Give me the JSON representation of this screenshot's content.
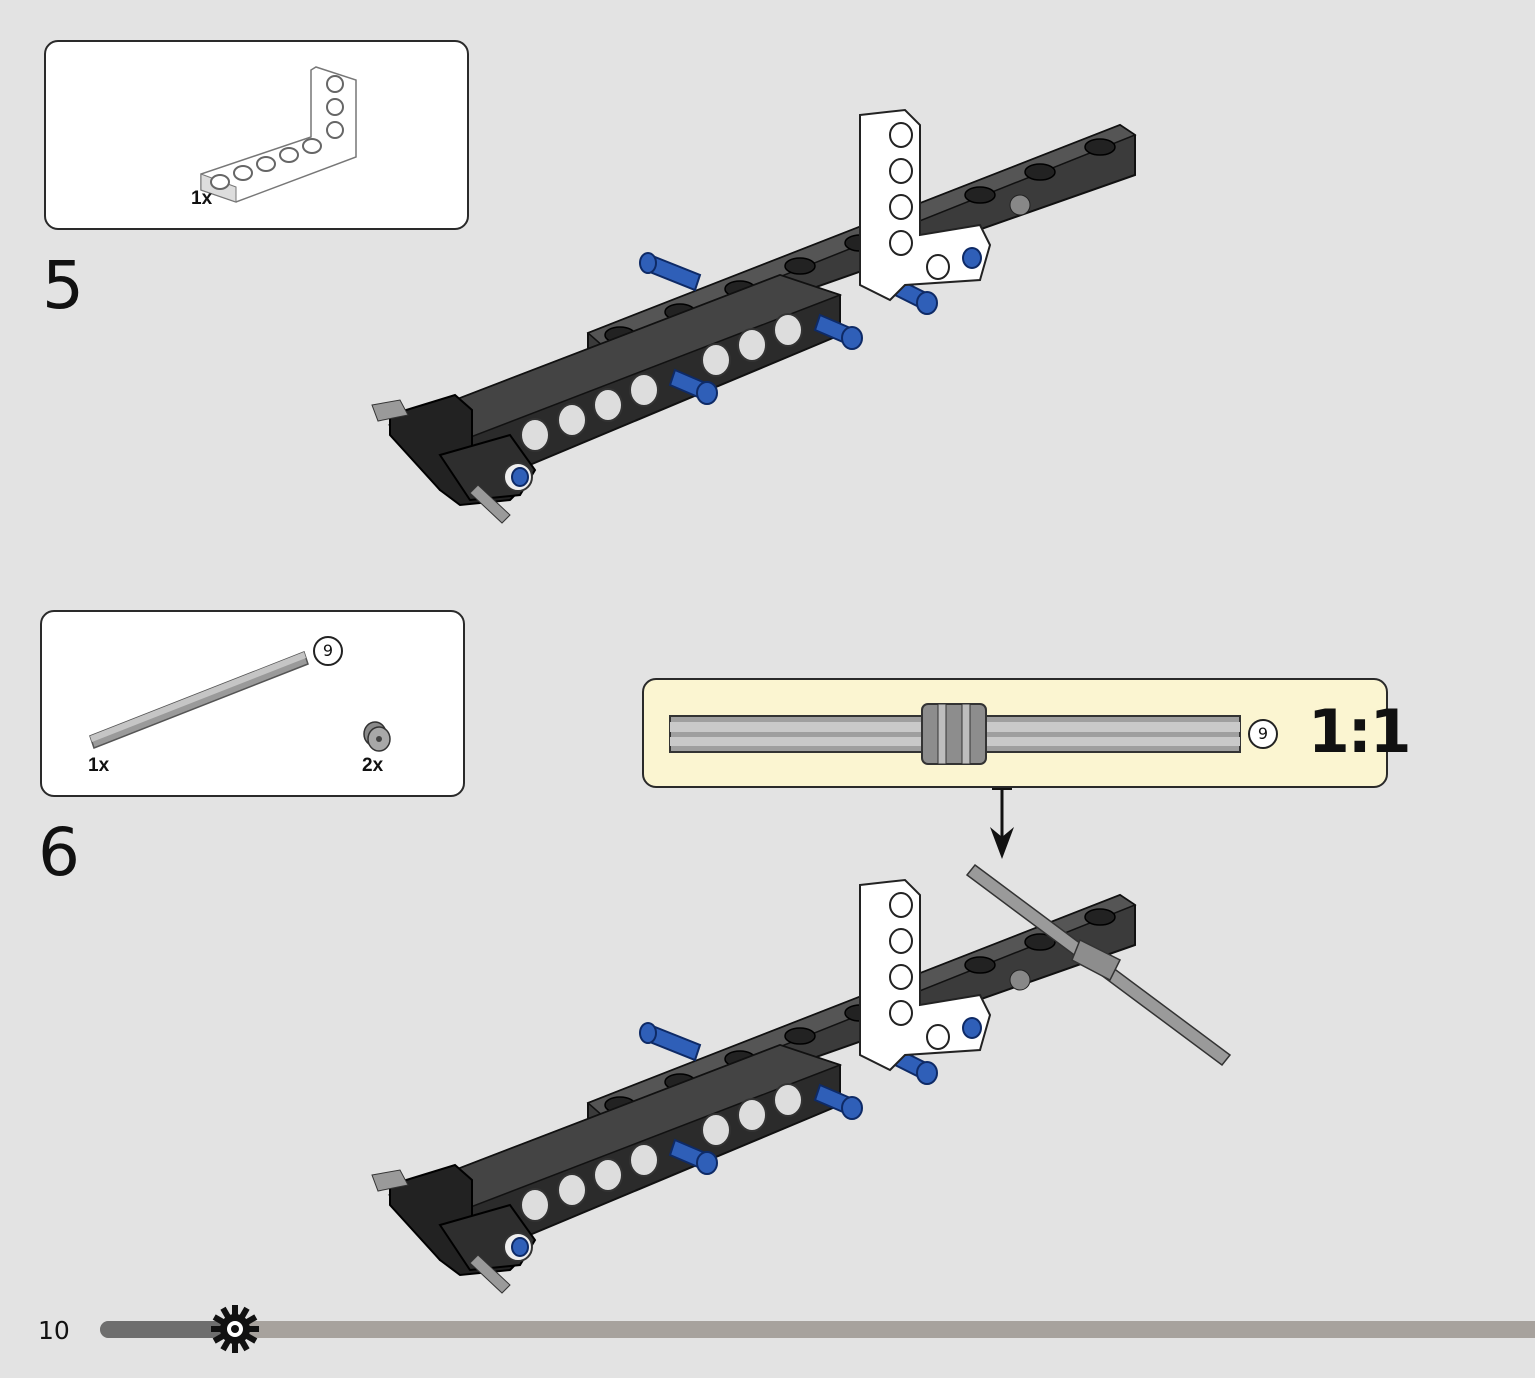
{
  "steps": [
    {
      "number": "5",
      "parts": [
        {
          "qty": "1x",
          "part": "white L-beam"
        }
      ]
    },
    {
      "number": "6",
      "parts": [
        {
          "qty": "1x",
          "part": "axle",
          "length": "9"
        },
        {
          "qty": "2x",
          "part": "bushing"
        }
      ],
      "callout": {
        "axle_length": "9",
        "scale": "1:1"
      }
    }
  ],
  "page": {
    "number": "10",
    "progress_fraction": 0.1
  },
  "icons": [
    "gear-icon",
    "arrow-down-icon"
  ],
  "colors": {
    "background": "#e3e3e3",
    "callout_bg": "#fbf5d1",
    "pin_blue": "#2f5fb8",
    "beam_black": "#2b2b2b"
  }
}
